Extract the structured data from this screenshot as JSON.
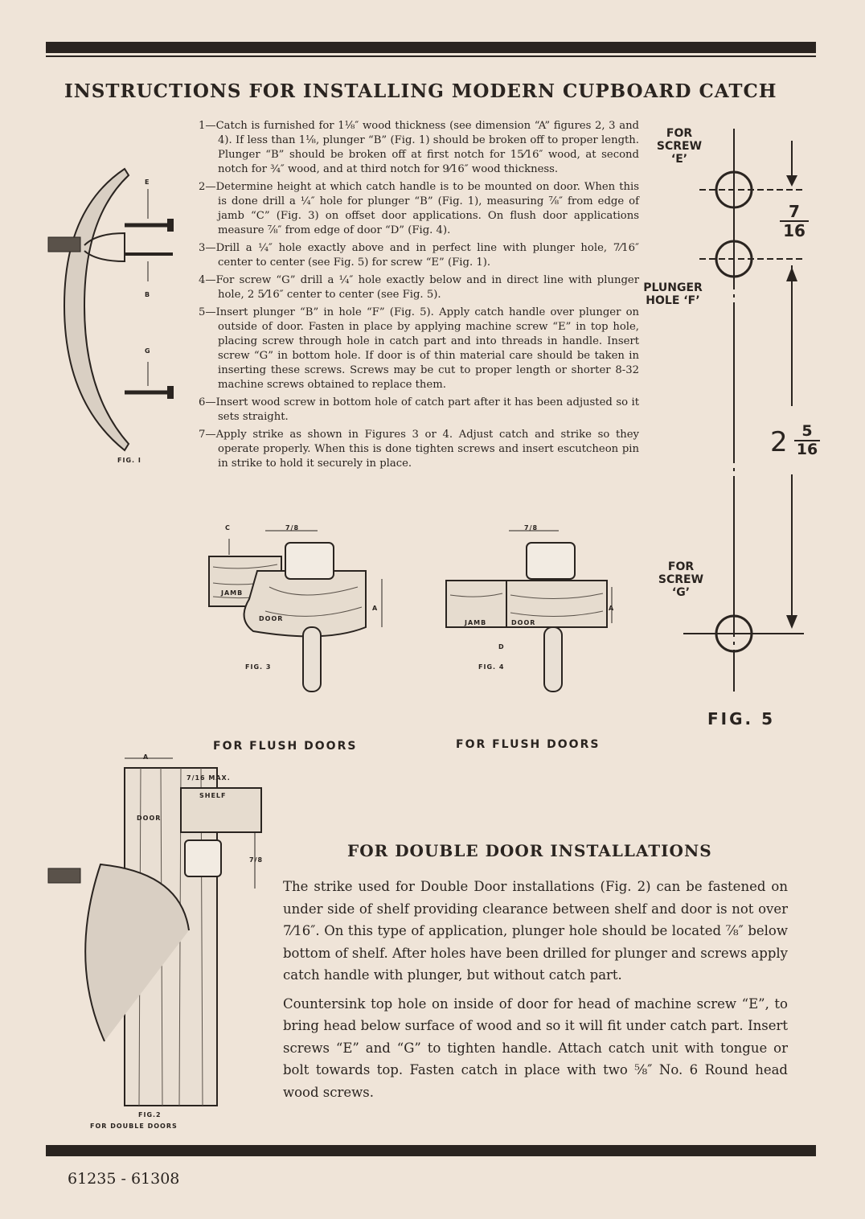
{
  "title": "INSTRUCTIONS FOR INSTALLING MODERN CUPBOARD CATCH",
  "steps": [
    "1—Catch is furnished for 1⅛″ wood thickness (see dimension “A” figures 2, 3 and 4). If less than 1⅛, plunger “B” (Fig. 1) should be broken off to proper length. Plunger “B” should be broken off at first notch for 15⁄16″ wood, at second notch for ¾″ wood, and at third notch for 9⁄16″ wood thickness.",
    "2—Determine height at which catch handle is to be mounted on door. When this is done drill a ¼″ hole for plunger “B” (Fig. 1), measuring ⅞″ from edge of jamb “C” (Fig. 3) on offset door applications. On flush door applications measure ⅞″ from edge of door “D” (Fig. 4).",
    "3—Drill a ¼″ hole exactly above and in perfect line with plunger hole, 7⁄16″ center to center (see Fig. 5) for screw “E” (Fig. 1).",
    "4—For screw “G” drill a ¼″ hole exactly below and in direct line with plunger hole, 2 5⁄16″ center to center (see Fig. 5).",
    "5—Insert plunger “B” in hole “F” (Fig. 5). Apply catch handle over plunger on outside of door. Fasten in place by applying machine screw “E” in top hole, placing screw through hole in catch part and into threads in handle. Insert screw “G” in bottom hole. If door is of thin material care should be taken in inserting these screws. Screws may be cut to proper length or shorter 8-32 machine screws obtained to replace them.",
    "6—Insert wood screw in bottom hole of catch part after it has been adjusted so it sets straight.",
    "7—Apply strike as shown in Figures 3 or 4. Adjust catch and strike so they operate properly. When this is done tighten screws and insert escutcheon pin in strike to hold it securely in place."
  ],
  "fig1": {
    "e": "E",
    "b": "B",
    "g": "G",
    "caption": "FIG. I"
  },
  "fig3": {
    "c": "C",
    "dim": "7/8",
    "jamb": "JAMB",
    "door": "DOOR",
    "a": "A",
    "caption": "FIG. 3",
    "label": "FOR FLUSH DOORS"
  },
  "fig4": {
    "dim": "7/8",
    "jamb": "JAMB",
    "door": "DOOR",
    "a": "A",
    "d": "D",
    "caption": "FIG. 4",
    "label": "FOR FLUSH DOORS"
  },
  "fig5": {
    "screw_e": "FOR SCREW ‘E’",
    "dim1_num": "7",
    "dim1_den": "16",
    "plunger": "PLUNGER HOLE ‘F’",
    "dim2_whole": "2",
    "dim2_num": "5",
    "dim2_den": "16",
    "screw_g": "FOR SCREW ‘G’",
    "caption": "FIG. 5"
  },
  "fig2": {
    "a": "A",
    "max": "7/16 MAX.",
    "shelf": "SHELF",
    "door": "DOOR",
    "dim": "7/8",
    "caption": "FIG.2",
    "label": "FOR DOUBLE DOORS"
  },
  "double_door": {
    "heading": "FOR DOUBLE DOOR INSTALLATIONS",
    "p1": "The strike used for Double Door installations (Fig. 2) can be fastened on under side of shelf providing clearance between shelf and door is not over 7⁄16″. On this type of application, plunger hole should be located ⅞″ below bottom of shelf. After holes have been drilled for plunger and screws apply catch handle with plunger, but without catch part.",
    "p2": "Countersink top hole on inside of door for head of machine screw “E”, to bring head below surface of wood and so it will fit under catch part. Insert screws “E” and “G” to tighten handle. Attach catch unit with tongue or bolt towards top. Fasten catch in place with two ⅝″ No. 6 Round head wood screws."
  },
  "part_numbers": "61235 - 61308"
}
